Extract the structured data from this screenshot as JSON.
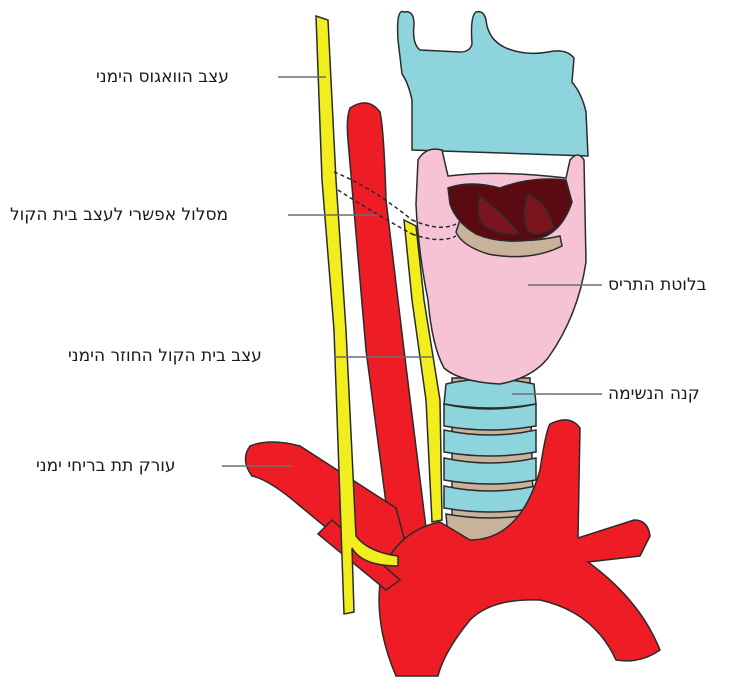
{
  "labels": {
    "vagus": "עצב הוואגוס הימני",
    "nonrecurrent_path": "מסלול אפשרי לעצב בית הקול",
    "recurrent_laryngeal": "עצב בית הקול החוזר הימני",
    "subclavian": "עורק תת בריחי ימני",
    "larynx": "בלוטת התריס",
    "trachea": "קנה הנשימה"
  },
  "colors": {
    "cartilage_blue": "#8dd4dc",
    "thyroid_pink": "#f5c2d6",
    "artery_red": "#ee1c25",
    "nerve_yellow": "#f2ee1e",
    "trachea_tan": "#c9b29a",
    "glottis_dark": "#5a0a10",
    "outline": "#2b2b2b",
    "leader_line": "#6e6e6e"
  }
}
